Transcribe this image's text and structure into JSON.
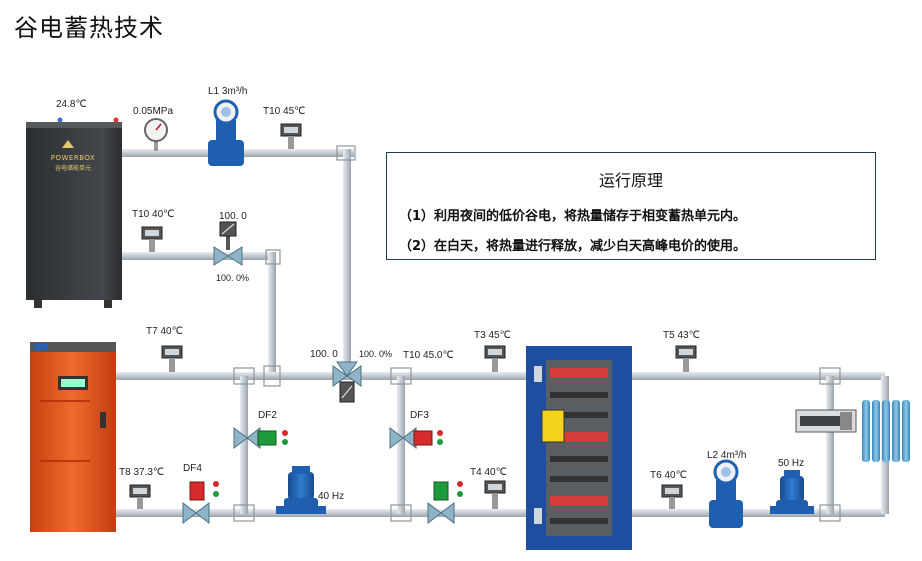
{
  "title": "谷电蓄热技术",
  "info_box": {
    "heading": "运行原理",
    "line1": "（1）利用夜间的低价谷电，将热量储存于相变蓄热单元内。",
    "line2": "（2）在白天，将热量进行释放，减少白天高峰电价的使用。"
  },
  "storage_unit": {
    "brand": "POWERBOX",
    "subtitle": "谷电储能单元"
  },
  "labels": {
    "unit_temp": "24.8℃",
    "pressure": "0.05MPa",
    "flow_l1": "L1  3m³/h",
    "t10_top": "T10  45℃",
    "t10_mid": "T10  40℃",
    "valve_top_value": "100. 0",
    "valve_top_pct": "100. 0%",
    "t7": "T7  40℃",
    "t8": "T8  37.3℃",
    "df4": "DF4",
    "df2": "DF2",
    "df3": "DF3",
    "pump1_freq": "40 Hz",
    "mix_value": "100. 0",
    "mix_pct": "100. 0%",
    "t10_junction": "T10 45.0℃",
    "t3": "T3  45℃",
    "t4": "T4  40℃",
    "t5": "T5  43℃",
    "t6": "T6  40℃",
    "flow_l2": "L2  4m³/h",
    "pump2_freq": "50 Hz"
  },
  "colors": {
    "pipe": "#c9d0d6",
    "pipe_edge": "#a6aeb5",
    "storage_unit": "#3a3d40",
    "boiler": "#e0541d",
    "exchanger": "#1f4ea1",
    "pump": "#1f5fb0",
    "valve_green": "#1d9a3c",
    "valve_red": "#d62b2b",
    "radiator": "#5aa8d6"
  }
}
